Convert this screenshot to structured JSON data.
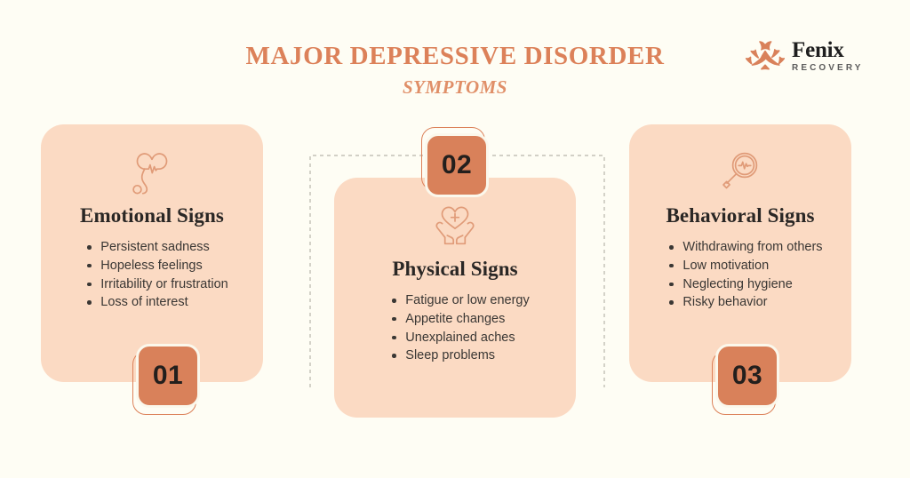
{
  "header": {
    "title": "MAJOR DEPRESSIVE DISORDER",
    "subtitle": "SYMPTOMS"
  },
  "logo": {
    "mark": "phoenix-bird-icon",
    "name": "Fenix",
    "tagline": "RECOVERY"
  },
  "colors": {
    "background": "#FEFDF4",
    "card": "#FBDAC3",
    "badge": "#D9815A",
    "accent": "#DC8159",
    "heading_text": "#2A2725",
    "body_text": "#3A3734",
    "connector": "#B7B5AA"
  },
  "cards": [
    {
      "number": "01",
      "heading": "Emotional Signs",
      "icon": "heart-heartbeat-stethoscope-icon",
      "items": [
        "Persistent sadness",
        "Hopeless feelings",
        "Irritability or frustration",
        "Loss of interest"
      ]
    },
    {
      "number": "02",
      "heading": "Physical Signs",
      "icon": "hands-holding-heart-cross-icon",
      "items": [
        "Fatigue or low energy",
        "Appetite changes",
        "Unexplained aches",
        "Sleep problems"
      ]
    },
    {
      "number": "03",
      "heading": "Behavioral Signs",
      "icon": "magnifier-heartbeat-icon",
      "items": [
        "Withdrawing from others",
        "Low motivation",
        "Neglecting hygiene",
        "Risky behavior"
      ]
    }
  ]
}
